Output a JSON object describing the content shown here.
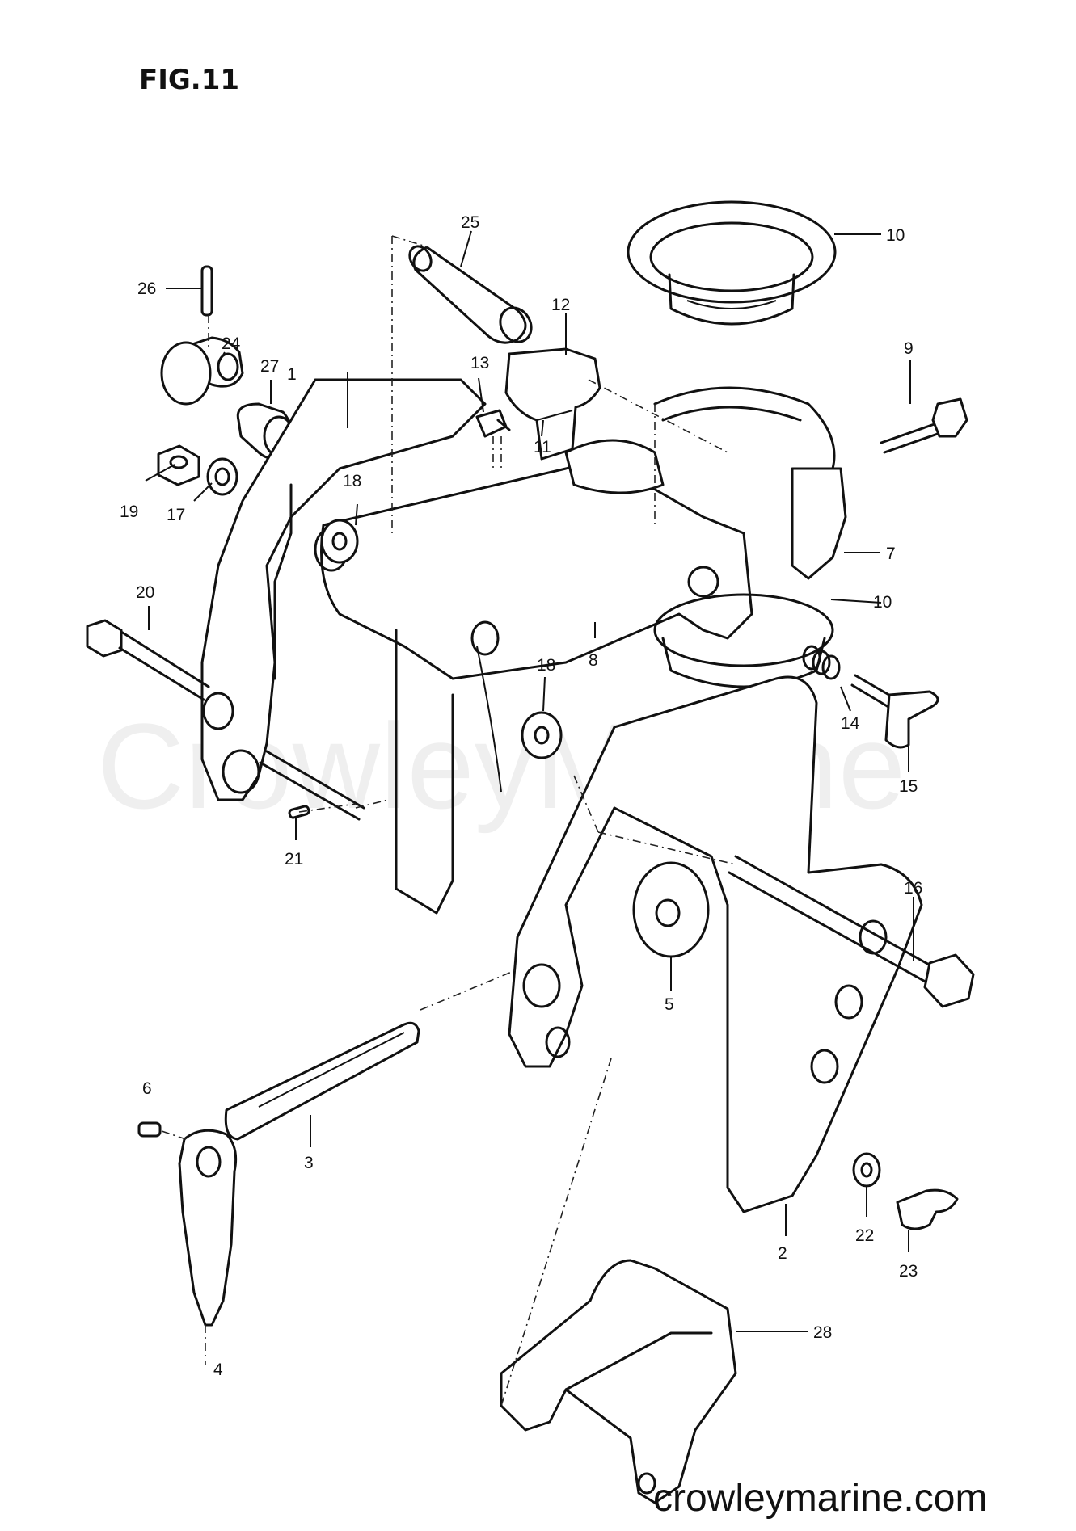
{
  "figure": {
    "title": "FIG.11"
  },
  "watermark": "CrowleyMarine",
  "footer": {
    "site": "crowleymarine.com"
  },
  "labels": [
    {
      "n": "1"
    },
    {
      "n": "2"
    },
    {
      "n": "3"
    },
    {
      "n": "4"
    },
    {
      "n": "5"
    },
    {
      "n": "6"
    },
    {
      "n": "7"
    },
    {
      "n": "8"
    },
    {
      "n": "9"
    },
    {
      "n": "10"
    },
    {
      "n": "10"
    },
    {
      "n": "11"
    },
    {
      "n": "12"
    },
    {
      "n": "13"
    },
    {
      "n": "14"
    },
    {
      "n": "15"
    },
    {
      "n": "16"
    },
    {
      "n": "17"
    },
    {
      "n": "18"
    },
    {
      "n": "18"
    },
    {
      "n": "19"
    },
    {
      "n": "20"
    },
    {
      "n": "21"
    },
    {
      "n": "22"
    },
    {
      "n": "23"
    },
    {
      "n": "24"
    },
    {
      "n": "25"
    },
    {
      "n": "26"
    },
    {
      "n": "27"
    },
    {
      "n": "28"
    }
  ]
}
